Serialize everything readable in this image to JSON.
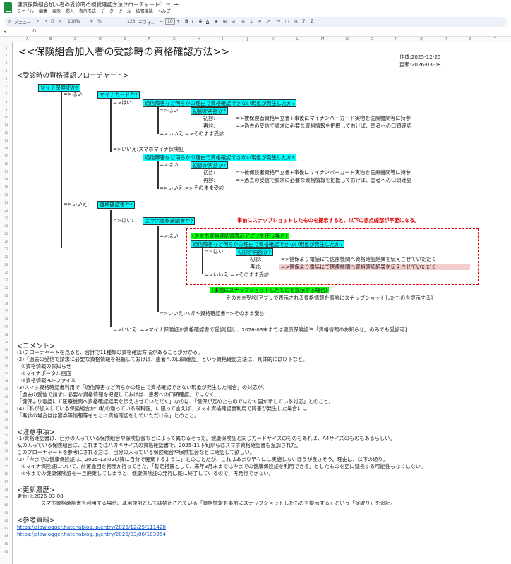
{
  "app": {
    "doc_title": "健康保険組合加入者の受診時の視覚確認方法フローチャート",
    "menu": [
      "ファイル",
      "編集",
      "表示",
      "挿入",
      "表示形式",
      "データ",
      "ツール",
      "拡張機能",
      "ヘルプ"
    ]
  },
  "toolbar": {
    "search": "メニュー",
    "zoom": "100%",
    "currency": "¥",
    "percent": "%",
    "format": "123",
    "font": "デフォ...",
    "size": "10"
  },
  "sheet": {
    "title": "<<保険組合加入者の受診時の資格確認方法>>",
    "created": "作成:2025-12-25",
    "updated": "更新:2026-03-08",
    "flow_heading": "<受診時の資格確認フローチャート>",
    "flow": {
      "q_mynahoken": "マイナ保険証か?",
      "yes1": "=>はい:",
      "q_mynacard": "マイナカードか?",
      "yes2": "=>はい:",
      "q_trouble": "通信障害など何らかの理由で資格確認できない現象が発生したか?",
      "yes3": "=>はい:",
      "q_first": "初診か再診か?",
      "first_label": "初診:",
      "first_text": "=>被保険者資格申立書+事後にマイナンバーカード実物を医療機関等に持参",
      "revisit_label": "再診:",
      "revisit_text": "=>過去の受信で請求に必要な資格情報を把握しておけば、患者への口頭確認",
      "no3": "=>いいえ:=>そのまま受診",
      "no2": "=>いいえ:スマホマイナ保険証",
      "q_trouble2": "通信障害など何らかの理由で資格確認できない現象が発生したか?",
      "yes4": "=>はい:",
      "q_first2": "初診か再診か?",
      "first_label2": "初診:",
      "first_text2": "=>被保険者資格申立書+事後にマイナンバーカード実物を医療機関等に持参",
      "revisit_label2": "再診:",
      "revisit_text2": "=>過去の受信で請求に必要な資格情報を把握しておけば、患者への口頭確認",
      "no4": "=>いいえ:=>そのまま受診",
      "no1": "=>いいえ:",
      "q_cert": "資格確認書か?",
      "yes5": "=>はい:",
      "q_smacert": "スマホ資格確認書か?",
      "red_note": "事前にスナップショットしたものを提示すると、以下の赤点線部が不要になる。",
      "yes6": "=>はい:",
      "app_case": "(スマホ資格確認書表示アプリを使う場合)",
      "q_trouble3": "通信障害など何らかの理由で資格確認できない現象が発生したか?",
      "yes7": "=>はい:",
      "q_first3": "初診か再診か?",
      "first_label3": "初診:",
      "first_text3": "=>健保より電話にて医療機関へ資格確認結果を伝えさせていただく",
      "revisit_label3": "再診:",
      "revisit_text3": "=>健保より電話にて医療機関へ資格確認結果を伝えさせていただく",
      "no7": "=>いいえ:=>そのまま受診",
      "snap_case": "(事前にスナップショットしたものを提示する場合)",
      "snap_text": "そのまま受診[アプリで表示される資格情報を事前にスナップショットしたものを提示する]",
      "no6": "=>いいえ:ハガキ資格確認書=>そのまま受診",
      "no5": "=>いいえ:   =>マイナ保険証か資格確認書で受診[但し、2026-03末までは健康保険証や「資格情報のお知らせ」のみでも受診可]"
    },
    "comment_heading": "<コメント>",
    "comments": [
      "(1)フローチャートを見ると、合計で11種類の資格確認方法があることが分かる。",
      "(2)「過去の受信で請求に必要な資格情報を把握しておけば、患者への口頭確認」という資格確認方法は、具体的には以下など。",
      "①資格情報のお知らせ",
      "②マイナポータル画面",
      "③資格情報PDFファイル",
      "(3)スマホ資格確認書利用で「通信障害など何らかの理由で資格確認できない現象が発生した場合」の対応が、",
      "「過去の受信で請求に必要な資格情報を把握しておけば、患者への口頭確認」ではなく、",
      "「健保より電話にて医療機関へ資格確認結果を伝えさせていただく」なのは、「健保が定めたものではなく国が示している対応」とのこと。",
      "(4)「私が加入している保険組合かつ私の通っている眼科医」に限って言えば、スマホ資格確認書利用で障害が発生した場合には",
      "「再診の場合は診察券等情報等をもとに資格確認をしていただける」とのこと。"
    ],
    "notes_heading": "<注意事項>",
    "notes": [
      "(1)資格確認書は、自分の入っている保険組合や保険協会などによって異なるそうだ。健康保険証と同じカードサイズのものもあれば、A4サイズのものもあるらしい。",
      "私の入っている保険組合は、これまではハガキサイズの資格確認書で、2025-11下旬からはスマホ資格確認書も追加された。",
      "このフローチャートを参考にされる方は、自分の入っている保険組合や保険協会などに確認して欲しい。",
      "(2)「今までの健康保険証は、2025-12-02以降に自分で廃棄するように」とのことだが、これはあまり早々には実施しないほうが良さそう。理由は、以下の通り。",
      "①マイナ保険証について、前置撤回を何度か行ってきた。「暫定措置として、来年3月末までは今までの健康保険証を利用できる」としたものを更に延長する可能性もなくはない。",
      "②今までの健康保険証を一旦廃棄してしまうと、健康保険証の発行は既に終了しているので、再発行できない。"
    ],
    "history_heading": "<更新履歴>",
    "history_date": "更新日:2026-03-08",
    "history_text": "スマホ資格確認書を利用する場合、運用規則としては禁止されている「資格情報を事前にスナップショットしたものを提示する」という「掟破り」を追記。",
    "ref_heading": "<参考資料>",
    "refs": [
      "https://slowjogger.hatenablog.jp/entry/2025/12/25/111420",
      "https://slowjogger.hatenablog.jp/entry/2026/03/06/103954"
    ]
  },
  "colors": {
    "cyan": "#00ffff",
    "green": "#00ff00",
    "pink": "#f4cccc",
    "red": "#e00000"
  }
}
